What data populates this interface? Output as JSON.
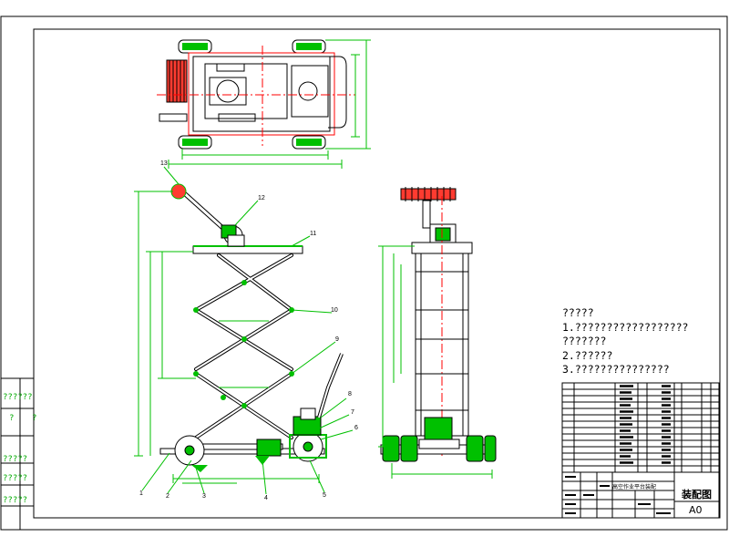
{
  "notes": {
    "title": "?????",
    "lines": [
      "1.??????????????????",
      "???????",
      "2.??????",
      "3.???????????????"
    ]
  },
  "left_strip": [
    "??????",
    "?",
    "?",
    "?????",
    "?????",
    "?????"
  ],
  "balloons": [
    "1",
    "2",
    "3",
    "4",
    "5",
    "6",
    "7",
    "8",
    "9",
    "10",
    "11",
    "12",
    "13"
  ],
  "title_block": {
    "drawing_name": "装配图",
    "sheet_size": "A0",
    "design_name": "高空作业平台装配"
  },
  "colors": {
    "frame": "#000000",
    "geometry": "#00aa00",
    "dimension": "#00c000",
    "centerline": "#ff0000",
    "parts": "#ff0000"
  }
}
